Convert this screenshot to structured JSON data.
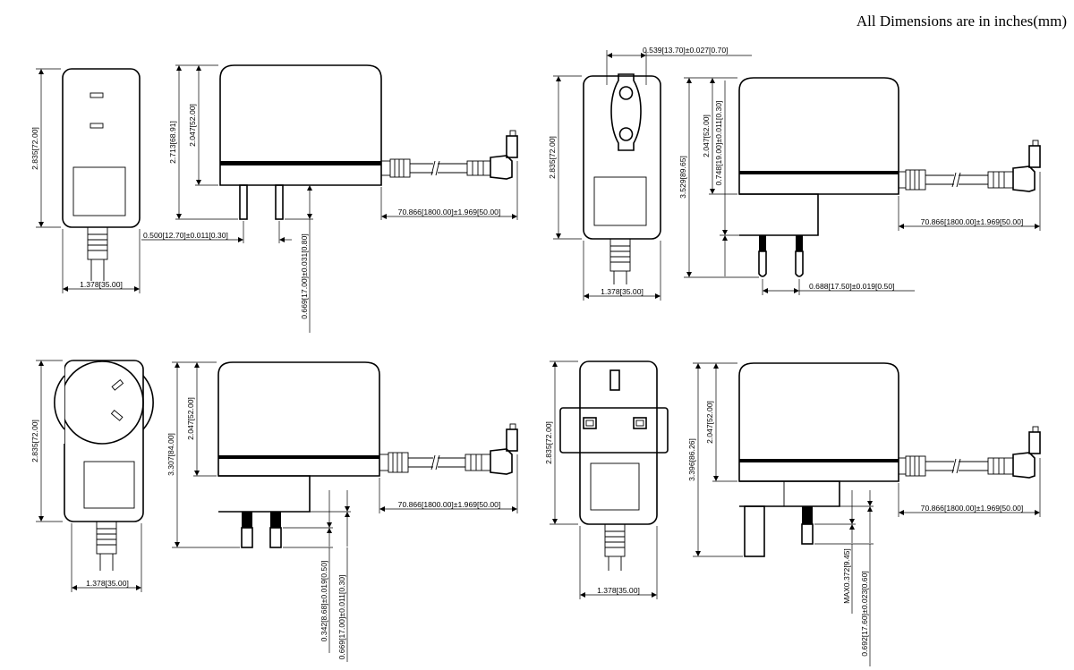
{
  "header": {
    "note": "All Dimensions are in inches(mm)"
  },
  "us": {
    "front_height": "2.835[72.00]",
    "width": "1.378[35.00]",
    "side_total_height": "2.713[68.91]",
    "side_body_height": "2.047[52.00]",
    "cable": "70.866[1800.00]±1.969[50.00]",
    "pin_gap": "0.500[12.70]±0.011[0.30]",
    "pin_length": "0.669[17.00]±0.031[0.80]"
  },
  "eu": {
    "top_width": "0.539[13.70]±0.027[0.70]",
    "front_height": "2.835[72.00]",
    "width": "1.378[35.00]",
    "total_height": "3.529[89.65]",
    "body_height": "2.047[52.00]",
    "pin_length": "0.748[19.00]±0.011[0.30]",
    "cable": "70.866[1800.00]±1.969[50.00]",
    "pin_gap": "0.688[17.50]±0.019[0.50]"
  },
  "au": {
    "front_height": "2.835[72.00]",
    "width": "1.378[35.00]",
    "total_height": "3.307[84.00]",
    "body_height": "2.047[52.00]",
    "cable": "70.866[1800.00]±1.969[50.00]",
    "pin_offset": "0.342[8.68]±0.019[0.50]",
    "pin_length": "0.669[17.00]±0.011[0.30]"
  },
  "uk": {
    "front_height": "2.835[72.00]",
    "width": "1.378[35.00]",
    "total_height": "3.396[86.26]",
    "body_height": "2.047[52.00]",
    "cable": "70.866[1800.00]±1.969[50.00]",
    "pin_max": "MAX0.372[9.45]",
    "pin_length": "0.692[17.60]±0.023[0.60]"
  }
}
